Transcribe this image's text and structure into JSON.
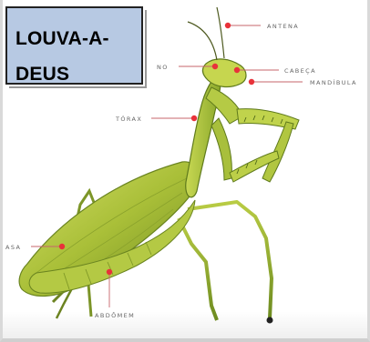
{
  "title": "LOUVA-A-DEUS",
  "labels": {
    "antena": "ANTENA",
    "olho": "NO",
    "cabeca": "CABEÇA",
    "mandibula": "MANDÍBULA",
    "torax": "TÓRAX",
    "asa": "ASA",
    "abdomen": "ABDÔMEM"
  },
  "colors": {
    "marker": "#e8323a",
    "leader": "#c7646b",
    "body_light": "#c4d44a",
    "body_mid": "#9db432",
    "body_dark": "#5f7a1c",
    "title_bg": "#b7c9e3"
  }
}
